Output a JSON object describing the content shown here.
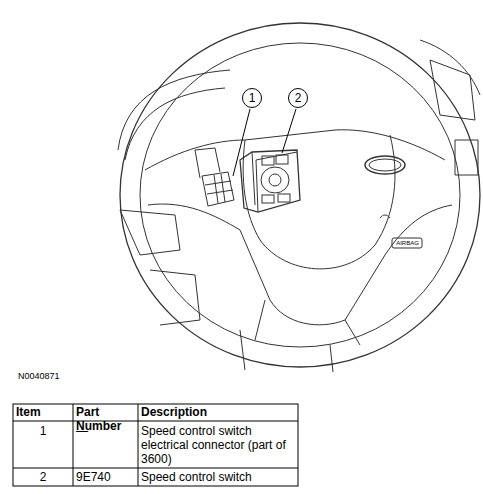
{
  "diagram": {
    "nodes": [
      {
        "text": [
          "1"
        ]
      },
      {
        "text": [
          "2"
        ]
      }
    ],
    "labels": [
      "AIRBAG",
      "N0040871",
      "Item",
      "Part Number",
      "Description",
      "1",
      "—",
      "Speed control switch electrical connector (part of 3600)",
      "2",
      "9E740",
      "Speed control switch"
    ]
  }
}
